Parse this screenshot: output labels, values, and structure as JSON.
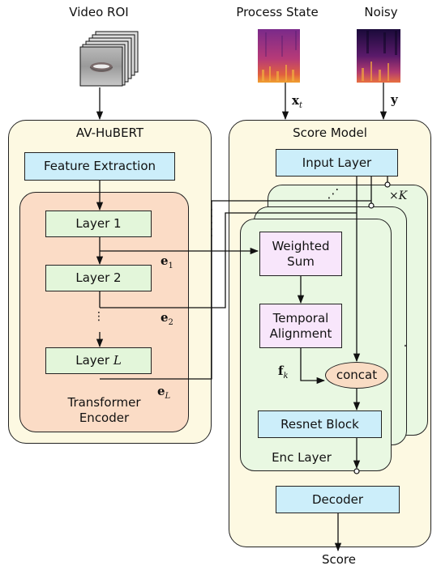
{
  "inputs": {
    "video_roi": "Video ROI",
    "process_state": "Process State",
    "noisy": "Noisy"
  },
  "avhubert": {
    "title": "AV-HuBERT",
    "feature_extraction": "Feature Extraction",
    "layer1": "Layer 1",
    "layer2": "Layer 2",
    "layerL_prefix": "Layer ",
    "layerL_var": "L",
    "encoder_line1": "Transformer",
    "encoder_line2": "Encoder",
    "vdots": "⋮"
  },
  "embeddings": {
    "e1_base": "e",
    "e1_sub": "1",
    "e2_base": "e",
    "e2_sub": "2",
    "eL_base": "e",
    "eL_sub": "L"
  },
  "score_model": {
    "title": "Score Model",
    "input_layer": "Input Layer",
    "weighted_sum_line1": "Weighted",
    "weighted_sum_line2": "Sum",
    "temporal_line1": "Temporal",
    "temporal_line2": "Alignment",
    "concat": "concat",
    "resnet": "Resnet Block",
    "enc_layer": "Enc Layer",
    "decoder": "Decoder",
    "repeat_times": "×K",
    "stack_dots": "⋰",
    "fk_base": "f",
    "fk_sub": "k",
    "xt_base": "x",
    "xt_sub": "t",
    "y_label": "y"
  },
  "output": {
    "score": "Score"
  },
  "colors": {
    "yellow_panel": "#fdf9e2",
    "orange_panel": "#fbdcc6",
    "blue_box": "#cceefa",
    "green_box": "#e3f6da",
    "green_panel": "#e9f8e2",
    "purple_box": "#f8e6fb",
    "concat_fill": "#f9dcc4"
  }
}
